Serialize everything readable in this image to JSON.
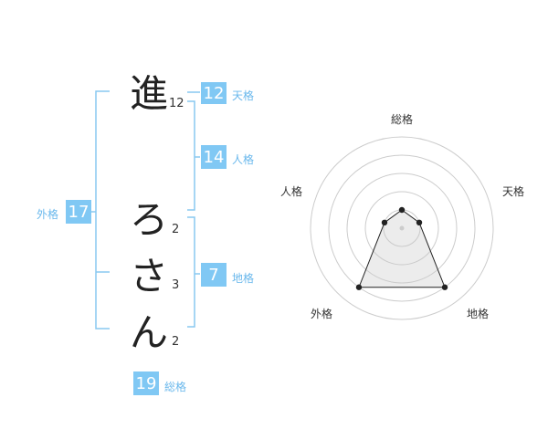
{
  "name_chars": [
    {
      "char": "進",
      "strokes": "12"
    },
    {
      "char": "ろ",
      "strokes": "2"
    },
    {
      "char": "さ",
      "strokes": "3"
    },
    {
      "char": "ん",
      "strokes": "2"
    }
  ],
  "fortune": {
    "tenkaku": {
      "label": "天格",
      "value": "12"
    },
    "jinkaku": {
      "label": "人格",
      "value": "14"
    },
    "chikaku": {
      "label": "地格",
      "value": "7"
    },
    "gaikaku": {
      "label": "外格",
      "value": "17"
    },
    "soukaku": {
      "label": "総格",
      "value": "19"
    }
  },
  "colors": {
    "accent": "#80c8f4",
    "bracket": "#88c8f0"
  },
  "chart_data": {
    "type": "radar",
    "axes": [
      "総格",
      "天格",
      "地格",
      "外格",
      "人格"
    ],
    "values": [
      1,
      1,
      4,
      4,
      1
    ],
    "max": 5,
    "rings": 5
  }
}
